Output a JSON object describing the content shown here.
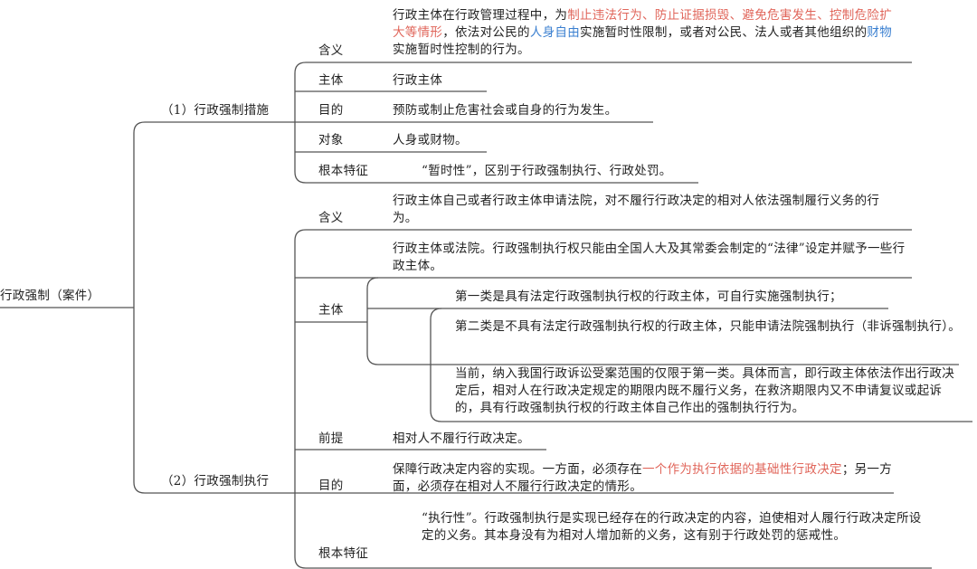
{
  "root": {
    "label": "行政强制（案件）"
  },
  "colors": {
    "line": "#555555",
    "highlight_red": "#e0655a",
    "highlight_blue": "#3a7fd0"
  },
  "branch1": {
    "label": "（1）行政强制措施",
    "meaning": {
      "label": "含义",
      "parts": [
        "行政主体在行政管理过程中，为",
        "制止违法行为、防止证据损毁、避免危害发生、控制危险扩大等情形",
        "，依法对公民的",
        "人身自由",
        "实施暂时性限制，或者对公民、法人或者其他组织的",
        "财物",
        "实施暂时性控制的行为。"
      ]
    },
    "subject": {
      "label": "主体",
      "text": "行政主体"
    },
    "purpose": {
      "label": "目的",
      "text": "预防或制止危害社会或自身的行为发生。"
    },
    "object": {
      "label": "对象",
      "text": "人身或财物。"
    },
    "feature": {
      "label": "根本特征",
      "text": "“暂时性”，区别于行政强制执行、行政处罚。"
    }
  },
  "branch2": {
    "label": "（2）行政强制执行",
    "meaning": {
      "label": "含义",
      "text": "行政主体自己或者行政主体申请法院，对不履行行政决定的相对人依法强制履行义务的行为。"
    },
    "subject": {
      "label": "主体",
      "text": "行政主体或法院。行政强制执行权只能由全国人大及其常委会制定的“法律”设定并赋予一些行政主体。",
      "sub1": "第一类是具有法定行政强制执行权的行政主体，可自行实施强制执行；",
      "sub2": "第二类是不具有法定行政强制执行权的行政主体，只能申请法院强制执行（非诉强制执行）。",
      "sub3": "当前，纳入我国行政诉讼受案范围的仅限于第一类。具体而言，即行政主体依法作出行政决定后，相对人在行政决定规定的期限内既不履行义务，在救济期限内又不申请复议或起诉的，具有行政强制执行权的行政主体自己作出的强制执行行为。"
    },
    "premise": {
      "label": "前提",
      "text": "相对人不履行行政决定。"
    },
    "purpose": {
      "label": "目的",
      "parts": [
        "保障行政决定内容的实现。一方面，必须存在",
        "一个作为执行依据的基础性行政决定",
        "；另一方面，必须存在相对人不履行行政决定的情形。"
      ]
    },
    "feature": {
      "label": "根本特征",
      "text": "“执行性”。行政强制执行是实现已经存在的行政决定的内容，迫使相对人履行行政决定所设定的义务。其本身没有为相对人增加新的义务，这有别于行政处罚的惩戒性。"
    }
  }
}
